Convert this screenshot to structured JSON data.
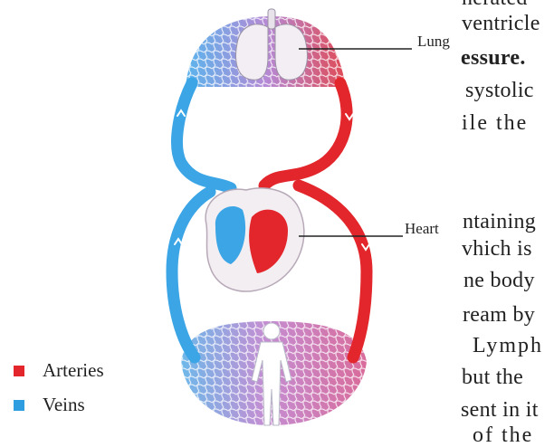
{
  "background_text": [
    "nerated",
    "ventricle",
    "essure.",
    "systolic",
    "ile  the",
    "ntaining",
    "vhich  is",
    "ne  body",
    "ream by",
    "Lymph",
    "but  the",
    "sent in it",
    "of the"
  ],
  "labels": {
    "lung": "Lung",
    "heart": "Heart"
  },
  "legend": [
    {
      "label": "Arteries",
      "color": "#e3262b"
    },
    {
      "label": "Veins",
      "color": "#2f9ee0"
    }
  ],
  "colors": {
    "artery": "#e3262b",
    "vein": "#3ba5e6",
    "capillary_pink": "#d77ab8",
    "capillary_violet": "#b58ad6"
  }
}
